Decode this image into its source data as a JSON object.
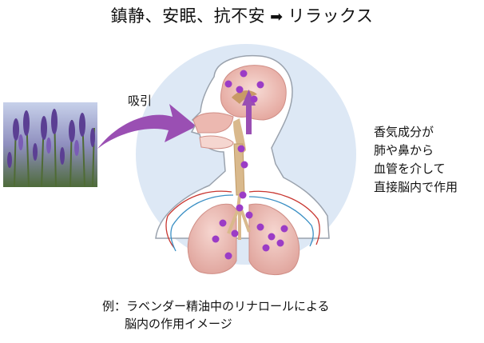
{
  "title": {
    "left": "鎮静、安眠、抗不安",
    "arrow": "➡",
    "right": "リラックス"
  },
  "inhale_label": "吸引",
  "description": {
    "lines": [
      "香気成分が",
      "肺や鼻から",
      "血管を介して",
      "直接脳内で作用"
    ]
  },
  "caption": {
    "line1": "例：ラベンダー精油中のリナロールによる",
    "line2": "脳内の作用イメージ"
  },
  "colors": {
    "circle_bg": "#dde8f5",
    "body_fill": "#ffffff",
    "body_outline": "#9aa2ad",
    "organ_pink": "#ecb8b0",
    "organ_pink_light": "#f5d6d0",
    "trachea_tan": "#d9b98c",
    "dot_purple": "#9b3cc6",
    "arrow_purple": "#9a4fb3",
    "vessel_red": "#c8352f",
    "vessel_blue": "#3a8fc4",
    "lavender": "#6a4c9c"
  },
  "icons": {
    "inhale_arrow": "curved-arrow-icon",
    "title_arrow": "right-arrow-icon",
    "upward_arrow": "up-arrow-icon",
    "lavender_photo": "lavender-photo-icon"
  }
}
